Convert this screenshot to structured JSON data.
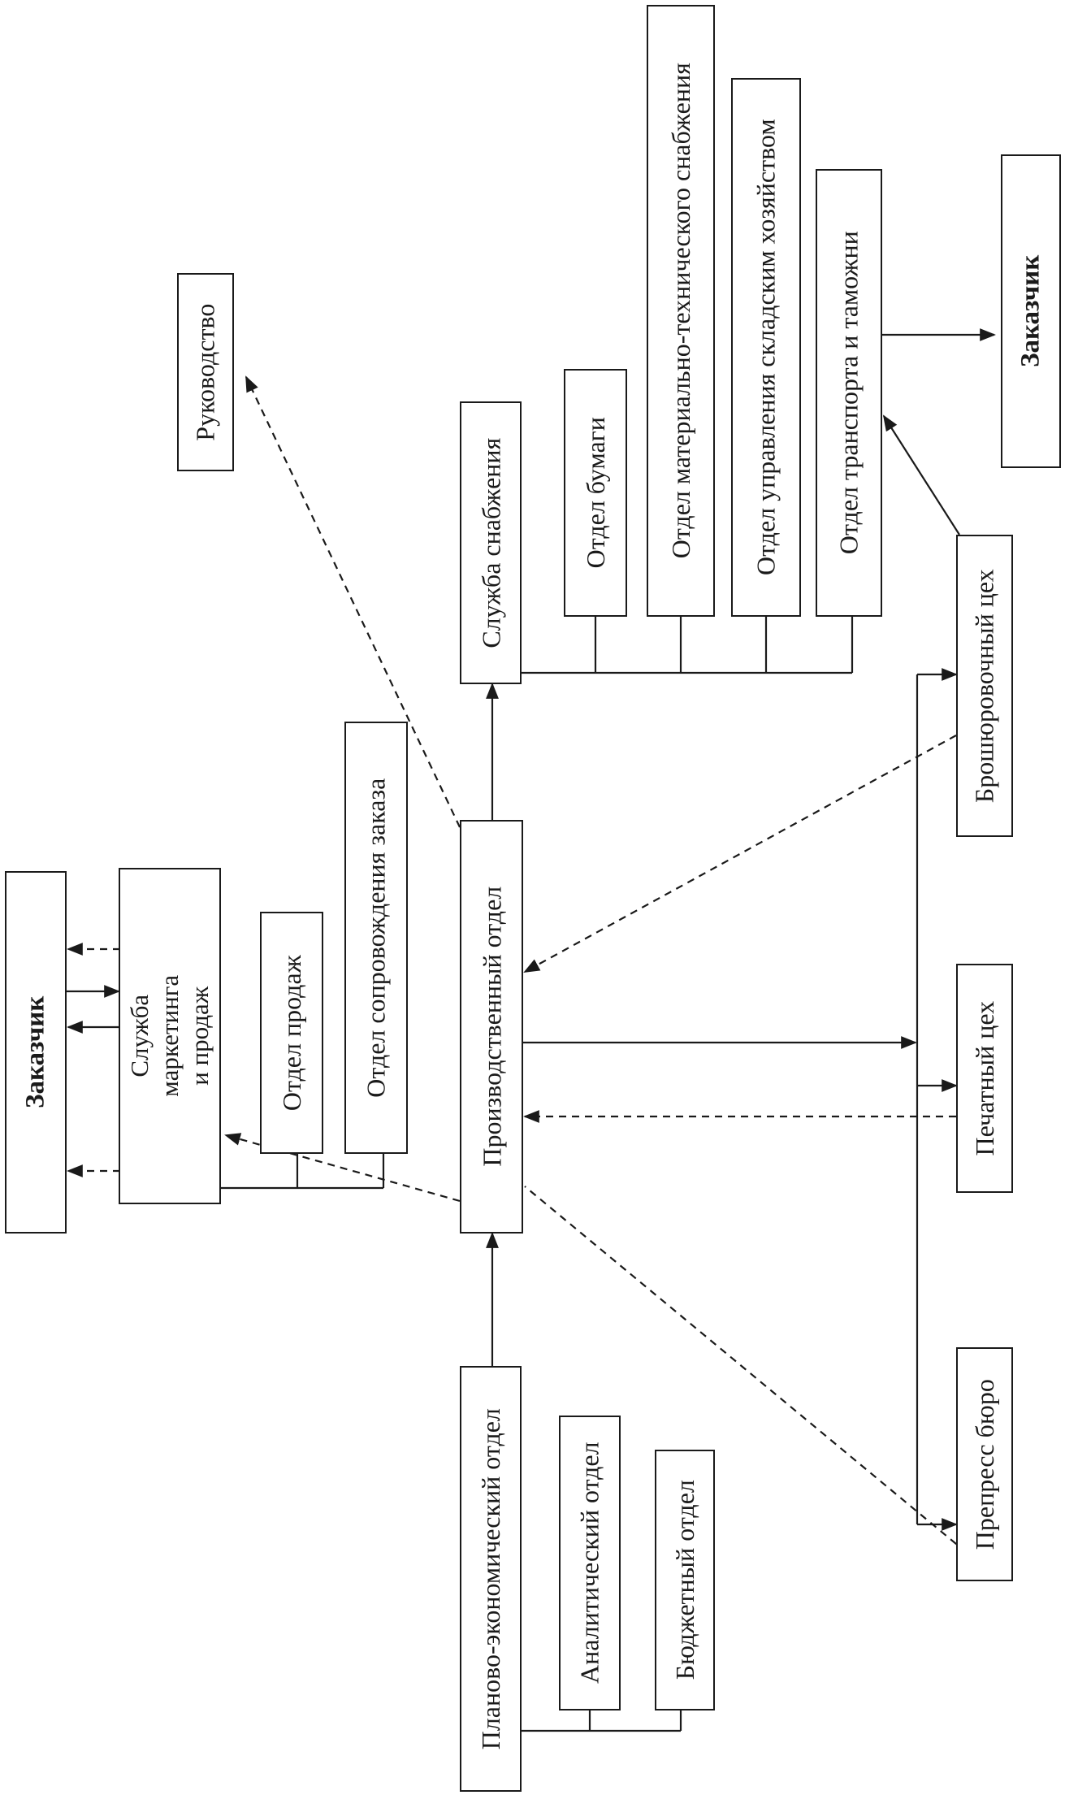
{
  "nodes": {
    "customer_left": "Заказчик",
    "marketing": "Служба маркетинга и продаж",
    "sales": "Отдел продаж",
    "order_support": "Отдел сопровождения заказа",
    "management": "Руководство",
    "production": "Производственный отдел",
    "planning": "Планово-экономический отдел",
    "analytics": "Аналитический отдел",
    "budget": "Бюджетный отдел",
    "supply": "Служба снабжения",
    "paper": "Отдел бумаги",
    "logistics": "Отдел материально-технического снабжения",
    "warehouse": "Отдел управления складским хозяйством",
    "transport": "Отдел транспорта и таможни",
    "customer_right": "Заказчик",
    "binding": "Брошюровочный цех",
    "printing": "Печатный цех",
    "prepress": "Препресс бюро"
  }
}
